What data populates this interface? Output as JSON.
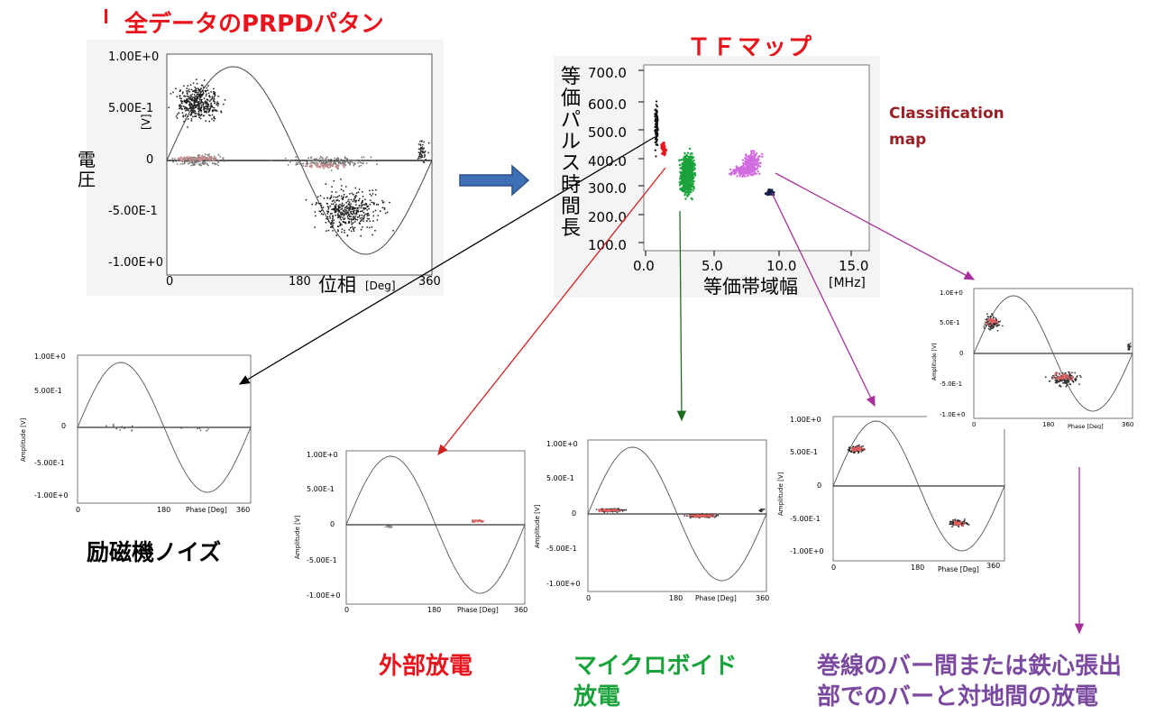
{
  "header": {
    "prpd_title": "全データのPRPDパタン",
    "tf_title": "ＴＦマップ",
    "classification_label_1": "Classification",
    "classification_label_2": "map"
  },
  "main_prpd": {
    "y_ticks": [
      "1.00E+0",
      "5.00E-1",
      "0",
      "-5.00E-1",
      "-1.00E+0"
    ],
    "x_ticks": [
      "0",
      "180",
      "360"
    ],
    "y_label": "電 圧",
    "y_unit": "[V]",
    "x_label": "位相",
    "x_unit": "[Deg]"
  },
  "tf_map": {
    "y_label": "等価パルス時間長",
    "x_label": "等価帯域幅",
    "x_unit": "[MHz]",
    "y_ticks": [
      "700.0",
      "600.0",
      "500.0",
      "400.0",
      "300.0",
      "200.0",
      "100.0"
    ],
    "x_ticks": [
      "0.0",
      "5.0",
      "10.0",
      "15.0"
    ],
    "cluster_colors": {
      "exciter_noise": "#111111",
      "external": "#e8141c",
      "microvoid": "#1aa33a",
      "bar_core": "#d26be0",
      "slot": "#14204a"
    }
  },
  "sub_prpd": {
    "x_label": "Phase [Deg]",
    "y_label": "Amplitude [V]",
    "y_ticks": [
      "1.00E+0",
      "5.00E-1",
      "0",
      "-5.00E-1",
      "-1.00E+0"
    ],
    "y_ticks_c": [
      "1.0E+0",
      "5.0E-1",
      "0",
      "-5.0E-1",
      "-1.0E+0"
    ],
    "x_ticks": [
      "0",
      "180",
      "360"
    ]
  },
  "categories": {
    "exciter": "励磁機ノイズ",
    "external": "外部放電",
    "microvoid_1": "マイクロボイド",
    "microvoid_2": "放電",
    "bar_1": "巻線のバー間または鉄心張出",
    "bar_2": "部でのバーと対地間の放電"
  },
  "colors": {
    "title_red": "#e8141c",
    "external_red": "#e8141c",
    "microvoid_green": "#1aa33a",
    "bar_purple": "#7b4aa0",
    "classification": "#9a1f24",
    "arrow_blue": "#3f6fb5",
    "arrow_black": "#000000",
    "arrow_red": "#d22020",
    "arrow_green": "#1b6e22",
    "arrow_magenta": "#a8309b"
  }
}
